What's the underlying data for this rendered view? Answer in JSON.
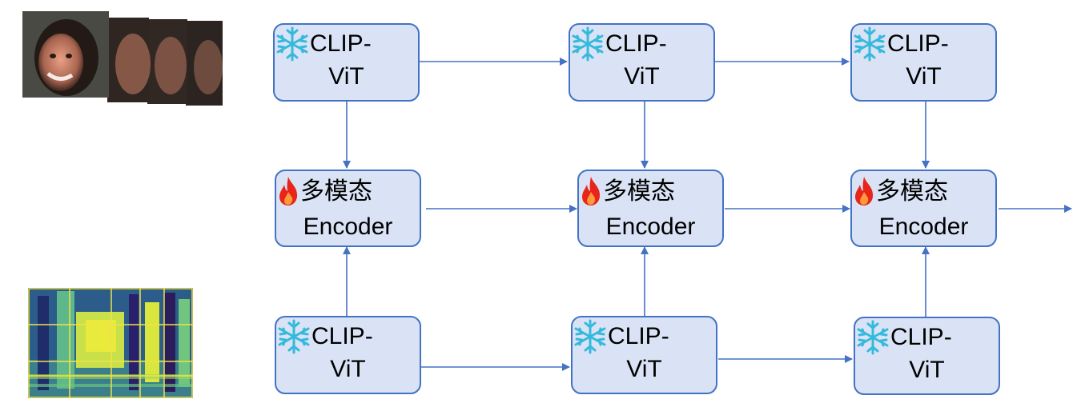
{
  "clip": {
    "line1": "CLIP-",
    "line2": "ViT"
  },
  "encoder": {
    "line1": "多模态",
    "line2": "Encoder"
  },
  "icons": {
    "frozen": "snowflake-icon",
    "trainable": "flame-icon"
  },
  "colors": {
    "box_fill": "#dae3f5",
    "box_border": "#4472c4",
    "arrow": "#4472c4",
    "snow": "#35b9dc",
    "flame": "#e8251b"
  }
}
